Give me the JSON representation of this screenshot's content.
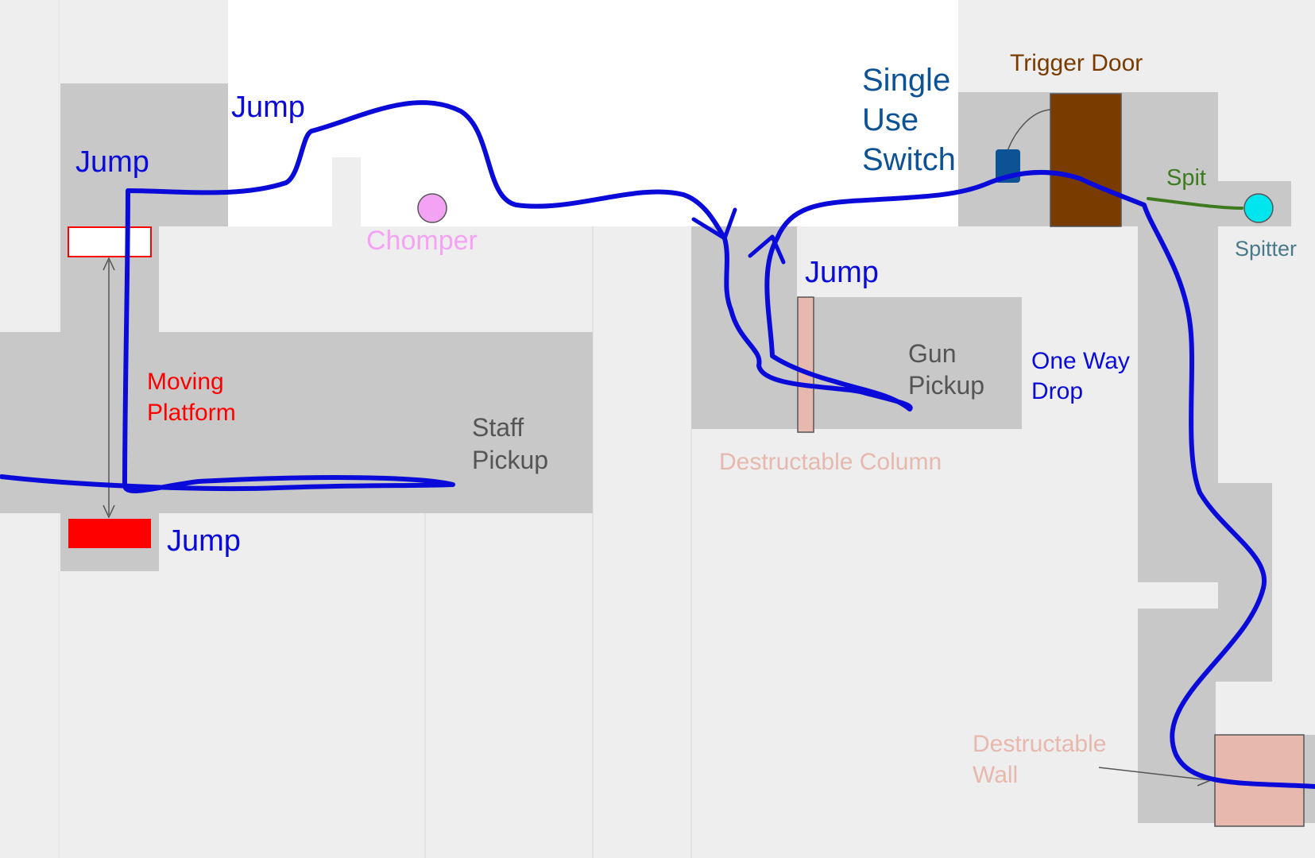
{
  "labels": {
    "jump": "Jump",
    "chomper": "Chomper",
    "moving_platform_1": "Moving",
    "moving_platform_2": "Platform",
    "staff_pickup_1": "Staff",
    "staff_pickup_2": "Pickup",
    "single_use_switch_1": "Single",
    "single_use_switch_2": "Use",
    "single_use_switch_3": "Switch",
    "trigger_door": "Trigger Door",
    "spit": "Spit",
    "spitter": "Spitter",
    "gun_pickup_1": "Gun",
    "gun_pickup_2": "Pickup",
    "one_way_drop_1": "One Way",
    "one_way_drop_2": "Drop",
    "destructable_column": "Destructable Column",
    "destructable_wall_1": "Destructable",
    "destructable_wall_2": "Wall"
  },
  "colors": {
    "path": "#0b0bd9",
    "floor_light": "#eeeeee",
    "floor_dark": "#c8c8c8",
    "moving_platform": "#ff0000",
    "chomper": "#f4a3f4",
    "switch": "#0e5296",
    "door": "#7a3b00",
    "spit": "#3e7a1f",
    "spitter": "#00e5ee",
    "destructable": "#e6b8ae"
  }
}
